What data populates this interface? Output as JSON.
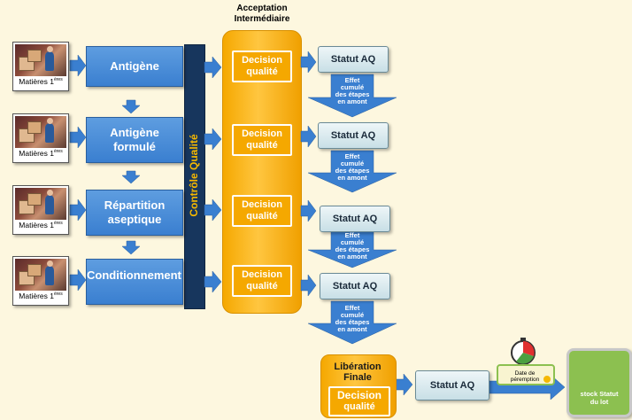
{
  "header": {
    "acceptation_line1": "Acceptation",
    "acceptation_line2": "Intermédiaire"
  },
  "materials": {
    "label": "Matières 1",
    "sup": "ères"
  },
  "steps": [
    {
      "line1": "Antigène",
      "line2": ""
    },
    {
      "line1": "Antigène",
      "line2": "formulé"
    },
    {
      "line1": "Répartition",
      "line2": "aseptique"
    },
    {
      "line1": "Conditionnement",
      "line2": ""
    }
  ],
  "control_bar": {
    "label": "Contrôle Qualité"
  },
  "decision": {
    "line1": "Decision",
    "line2": "qualité"
  },
  "statut": {
    "label": "Statut AQ"
  },
  "effet": {
    "line1": "Effet",
    "line2": "cumulé",
    "line3": "des étapes",
    "line4": "en amont"
  },
  "liberation": {
    "line1": "Libération",
    "line2": "Finale"
  },
  "date": {
    "line1": "Date de",
    "line2": "péremption"
  },
  "stock": {
    "line1": "stock Statut",
    "line2": "du lot"
  },
  "colors": {
    "blue": "#3a7fd0",
    "navy": "#17365d",
    "orange": "#f5a800",
    "green": "#8cc050",
    "background": "#fdf7df"
  }
}
